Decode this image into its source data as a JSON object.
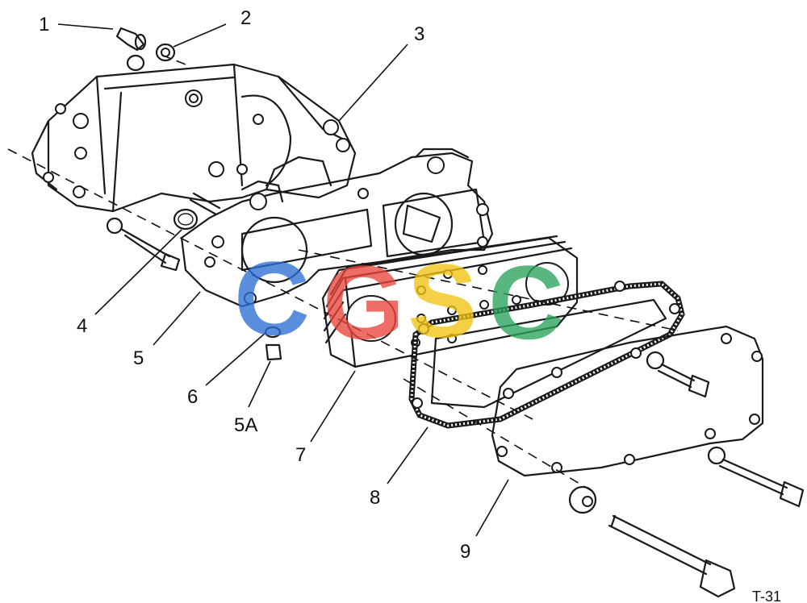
{
  "diagram": {
    "callouts": [
      {
        "id": "c1",
        "text": "1"
      },
      {
        "id": "c2",
        "text": "2"
      },
      {
        "id": "c3",
        "text": "3"
      },
      {
        "id": "c4",
        "text": "4"
      },
      {
        "id": "c5",
        "text": "5"
      },
      {
        "id": "c6",
        "text": "6"
      },
      {
        "id": "c5a",
        "text": "5A"
      },
      {
        "id": "c7",
        "text": "7"
      },
      {
        "id": "c8",
        "text": "8"
      },
      {
        "id": "c9",
        "text": "9"
      }
    ],
    "corner_code": "T-31"
  },
  "watermark": {
    "letters": [
      "C",
      "G",
      "S",
      "C"
    ],
    "colors": [
      "#2f6fd6",
      "#e8463c",
      "#f2c413",
      "#2aa35a"
    ]
  }
}
